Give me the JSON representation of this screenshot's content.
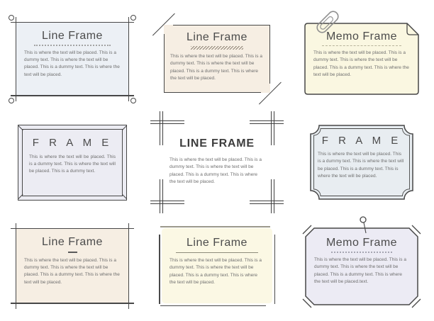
{
  "page": {
    "background": "#ffffff"
  },
  "colors": {
    "ink": "#474747",
    "title_text": "#4b4b4b",
    "body_text": "#6f6f6f",
    "clip_gray": "#8f8f8f"
  },
  "icons": {
    "memo_clip": "paperclip-icon",
    "memo_pin": "pushpin-icon",
    "memo_fold": "folded-corner-icon",
    "corner_pins": "corner-circle-pins"
  },
  "frames": [
    {
      "id": "line-frame-pins",
      "title": "Line Frame",
      "divider": "dotted",
      "fill": "#ecf0f5",
      "body": "This is where the text will be placed. This is a dummy text. This is where the text will be placed. This is a dummy text. This is where the text will be placed."
    },
    {
      "id": "line-frame-slash",
      "title": "Line Frame",
      "divider": "hatch",
      "fill": "#f6eee3",
      "body": "This is where the text will be placed. This is a dummy text. This is where the text will be placed. This is a dummy text. This is where the text will be placed."
    },
    {
      "id": "memo-frame-clip",
      "title": "Memo Frame",
      "divider": "dashed",
      "fill": "#faf7e1",
      "body": "This is where the text will be placed. This is a dummy text. This is where the text will be placed. This is a dummy text. This is where the text will be placed."
    },
    {
      "id": "frame-picture",
      "title": "F R A M E",
      "divider": "none",
      "fill": "#ececf3",
      "body": "This is where the text will be placed. This is a dummy text. This is where the text will be placed. This is a dummy text."
    },
    {
      "id": "line-frame-cross",
      "title": "LINE FRAME",
      "divider": "none",
      "fill": "#ffffff",
      "body": "This is where the text will be placed. This is a dummy text. This is where the text will be placed. This is a dummy text. This is where the text will be placed."
    },
    {
      "id": "frame-ticket",
      "title": "F R A M E",
      "divider": "none",
      "fill": "#e8edf1",
      "body": "This is where the text will be placed. This is a dummy text. This is where the text will be placed. This is a dummy text. This is where the text will be placed."
    },
    {
      "id": "line-frame-plus",
      "title": "Line Frame",
      "divider": "dash",
      "fill": "#f6eee3",
      "body": "This is where the text will be placed. This is a dummy text. This is where the text will be placed. This is a dummy text. This is where the text will be placed."
    },
    {
      "id": "line-frame-offset",
      "title": "Line Frame",
      "divider": "line",
      "fill": "#fbf8e4",
      "body": "This is where the text will be placed. This is a dummy text. This is where the text will be placed. This is a dummy text. This is where the text will be placed."
    },
    {
      "id": "memo-frame-pin",
      "title": "Memo Frame",
      "divider": "dotted-sm",
      "fill": "#ecebf4",
      "body": "This is where the text will be placed. This is a dummy text. This is where the text will be placed. This is a dummy text. This is where the text will be placed.text."
    }
  ]
}
